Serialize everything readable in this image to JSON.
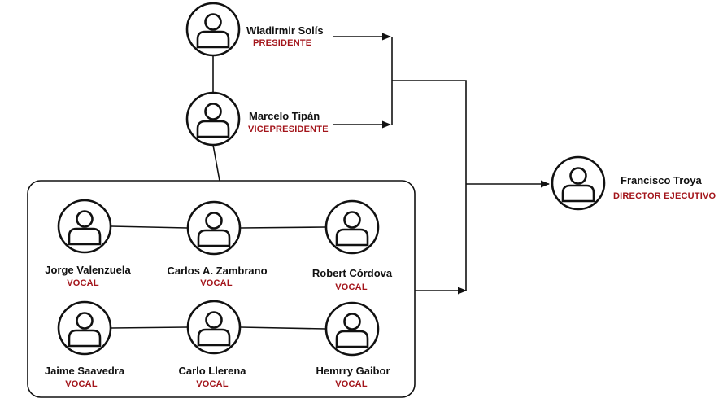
{
  "colors": {
    "name": "#111111",
    "role": "#a3151b",
    "line": "#111111"
  },
  "icons": {
    "avatar": "user-avatar-icon"
  },
  "leadership": {
    "president": {
      "name": "Wladirmir Solís",
      "role": "PRESIDENTE"
    },
    "vice_president": {
      "name": "Marcelo Tipán",
      "role": "VICEPRESIDENTE"
    }
  },
  "director": {
    "name": "Francisco Troya",
    "role": "DIRECTOR EJECUTIVO"
  },
  "vocals": [
    {
      "name": "Jorge Valenzuela",
      "role": "VOCAL"
    },
    {
      "name": "Carlos A. Zambrano",
      "role": "VOCAL"
    },
    {
      "name": "Robert Córdova",
      "role": "VOCAL"
    },
    {
      "name": "Jaime Saavedra",
      "role": "VOCAL"
    },
    {
      "name": "Carlo Llerena",
      "role": "VOCAL"
    },
    {
      "name": "Hemrry Gaibor",
      "role": "VOCAL"
    }
  ]
}
